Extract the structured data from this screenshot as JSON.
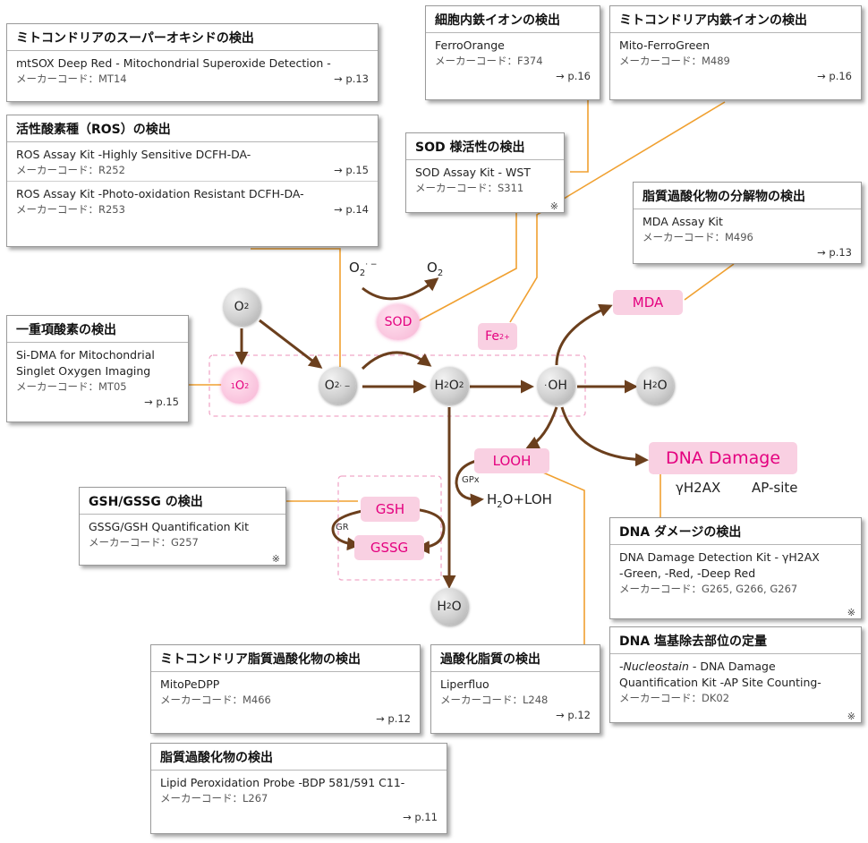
{
  "boxes": {
    "mtsox": {
      "title": "ミトコンドリアのスーパーオキシドの検出",
      "product": "mtSOX Deep Red - Mitochondrial Superoxide Detection -",
      "code": "メーカーコード：MT14",
      "page": "→ p.13"
    },
    "ros": {
      "title": "活性酸素種（ROS）の検出",
      "p1": "ROS Assay Kit -Highly Sensitive DCFH-DA-",
      "c1": "メーカーコード：R252",
      "pg1": "→ p.15",
      "p2": "ROS Assay Kit -Photo-oxidation Resistant DCFH-DA-",
      "c2": "メーカーコード：R253",
      "pg2": "→ p.14"
    },
    "ferro": {
      "title": "細胞内鉄イオンの検出",
      "product": "FerroOrange",
      "code": "メーカーコード：F374",
      "page": "→ p.16"
    },
    "mitoferro": {
      "title": "ミトコンドリア内鉄イオンの検出",
      "product": "Mito-FerroGreen",
      "code": "メーカーコード：M489",
      "page": "→ p.16"
    },
    "sod": {
      "title": "SOD 様活性の検出",
      "product": "SOD Assay Kit - WST",
      "code": "メーカーコード：S311",
      "mark": "※"
    },
    "mda": {
      "title": "脂質過酸化物の分解物の検出",
      "product": "MDA Assay Kit",
      "code": "メーカーコード：M496",
      "page": "→ p.13"
    },
    "singlet": {
      "title": "一重項酸素の検出",
      "product1": "Si-DMA for Mitochondrial",
      "product2": "Singlet Oxygen Imaging",
      "code": "メーカーコード：MT05",
      "page": "→ p.15"
    },
    "gsh": {
      "title": "GSH/GSSG の検出",
      "product": "GSSG/GSH Quantification Kit",
      "code": "メーカーコード：G257",
      "mark": "※"
    },
    "dna": {
      "title": "DNA ダメージの検出",
      "product1": "DNA Damage Detection Kit - γH2AX",
      "product2": "-Green, -Red, -Deep Red",
      "code": "メーカーコード：G265, G266, G267",
      "mark": "※"
    },
    "ap": {
      "title": "DNA 塩基除去部位の定量",
      "product_italic": "-Nucleostain",
      "product_rest": "- DNA Damage",
      "product2": "Quantification Kit -AP Site Counting-",
      "code": "メーカーコード：DK02",
      "mark": "※"
    },
    "mitope": {
      "title": "ミトコンドリア脂質過酸化物の検出",
      "product": "MitoPeDPP",
      "code": "メーカーコード：M466",
      "page": "→ p.12"
    },
    "liper": {
      "title": "過酸化脂質の検出",
      "product": "Liperfluo",
      "code": "メーカーコード：L248",
      "page": "→ p.12"
    },
    "lpp": {
      "title": "脂質過酸化物の検出",
      "product": "Lipid Peroxidation Probe -BDP 581/591 C11-",
      "code": "メーカーコード：L267",
      "page": "→ p.11"
    }
  },
  "diagram": {
    "o2": "O",
    "o2_sub": "2",
    "singlet_sup": "1",
    "singlet_base": "O",
    "singlet_sub": "2",
    "superoxide_base": "O",
    "superoxide_sub": "2",
    "superoxide_sup": "· −",
    "h2o2_a": "H",
    "h2o2_s1": "2",
    "h2o2_b": "O",
    "h2o2_s2": "2",
    "oh_dot": "·",
    "oh": "OH",
    "h2o_a": "H",
    "h2o_s": "2",
    "h2o_b": "O",
    "sod_label": "SOD",
    "fe_base": "Fe",
    "fe_sup": "2+",
    "mda_label": "MDA",
    "dna_label": "DNA Damage",
    "gh2ax": "γH2AX",
    "apsite": "AP-site",
    "looh": "LOOH",
    "gpx": "GPx",
    "h2o_loh": "H",
    "h2o_loh_s": "2",
    "h2o_loh_b": "O+LOH",
    "gsh": "GSH",
    "gssg": "GSSG",
    "gr": "GR",
    "top_o2_base": "O",
    "top_o2_sub": "2",
    "top_o2_sup": "· −",
    "top_o2b_base": "O",
    "top_o2b_sub": "2"
  },
  "colors": {
    "arrow": "#6b3f1d",
    "link": "#f0a030",
    "pink": "#e4007f",
    "dash": "#f0a8c8"
  }
}
